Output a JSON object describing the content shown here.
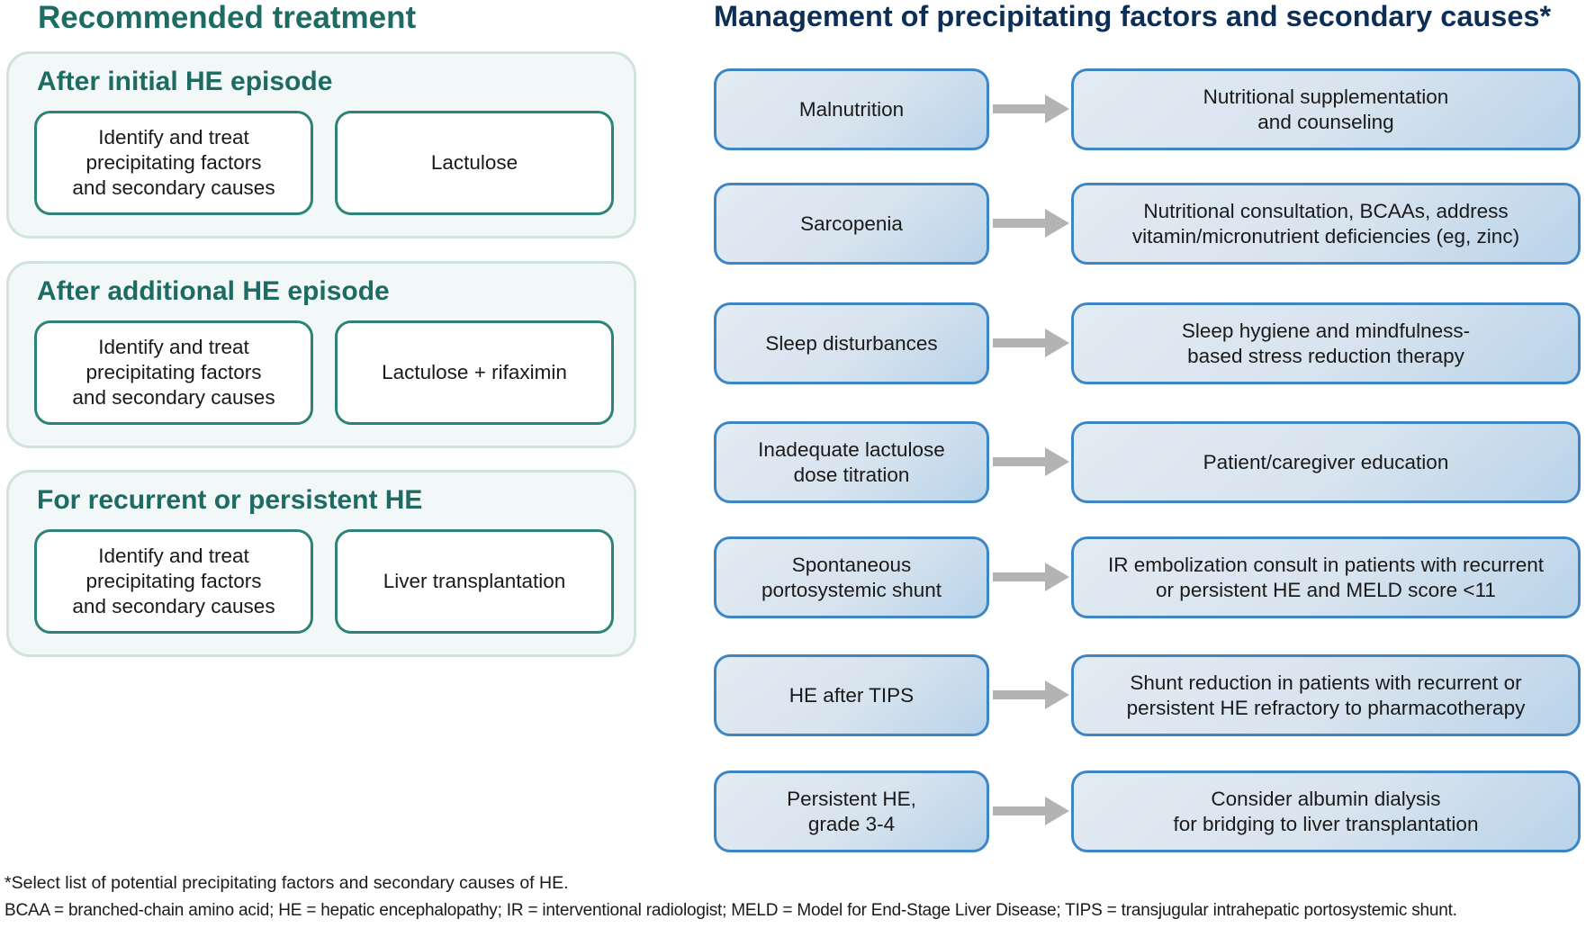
{
  "left": {
    "heading": "Recommended treatment",
    "panels": [
      {
        "title": "After initial HE episode",
        "box_a": "Identify and treat\nprecipitating factors\nand secondary causes",
        "box_b": "Lactulose"
      },
      {
        "title": "After additional HE episode",
        "box_a": "Identify and treat\nprecipitating factors\nand secondary causes",
        "box_b": "Lactulose + rifaximin"
      },
      {
        "title": "For recurrent or persistent HE",
        "box_a": "Identify and treat\nprecipitating factors\nand secondary causes",
        "box_b": "Liver transplantation"
      }
    ]
  },
  "right": {
    "heading": "Management of precipitating factors and secondary causes*",
    "rows": [
      {
        "factor": "Malnutrition",
        "action": "Nutritional supplementation\nand counseling"
      },
      {
        "factor": "Sarcopenia",
        "action": "Nutritional consultation, BCAAs, address\nvitamin/micronutrient deficiencies (eg, zinc)"
      },
      {
        "factor": "Sleep disturbances",
        "action": "Sleep hygiene and mindfulness-\nbased stress reduction therapy"
      },
      {
        "factor": "Inadequate lactulose\ndose titration",
        "action": "Patient/caregiver education"
      },
      {
        "factor": "Spontaneous\nportosystemic shunt",
        "action": "IR embolization consult in patients with recurrent\nor persistent HE and MELD score <11"
      },
      {
        "factor": "HE after TIPS",
        "action": "Shunt reduction in patients with recurrent or\npersistent HE refractory to pharmacotherapy"
      },
      {
        "factor": "Persistent HE,\ngrade 3-4",
        "action": "Consider albumin dialysis\nfor bridging to liver transplantation"
      }
    ]
  },
  "footnotes": {
    "note": "*Select list of potential precipitating factors and secondary causes of HE.",
    "abbreviations": "BCAA = branched-chain amino acid; HE = hepatic encephalopathy; IR = interventional radiologist; MELD = Model for End-Stage Liver Disease; TIPS = transjugular intrahepatic portosystemic shunt."
  },
  "colors": {
    "left_heading": "#1d6b63",
    "left_box_border": "#2e8378",
    "panel_fill": "#f2f7f7",
    "right_heading": "#0e2f55",
    "right_box_border": "#3d86c6",
    "arrow": "#b3b3b3"
  },
  "icons": {
    "flow_arrow": "right-arrow-icon"
  }
}
